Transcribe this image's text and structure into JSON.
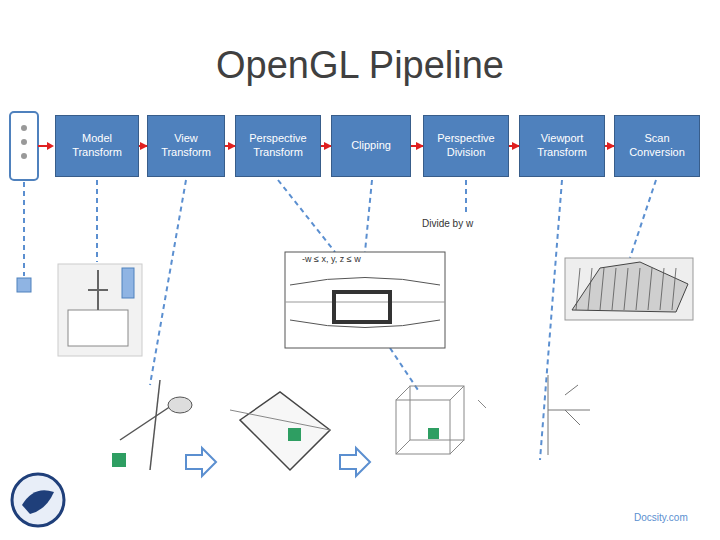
{
  "diagram": {
    "title": "OpenGL Pipeline",
    "nodes": [
      {
        "text": [
          "Model Transform"
        ]
      },
      {
        "text": [
          "View Transform"
        ]
      },
      {
        "text": [
          "Perspective Transform"
        ]
      },
      {
        "text": [
          "Clipping"
        ]
      },
      {
        "text": [
          "Perspective Division"
        ]
      },
      {
        "text": [
          "Viewport Transform"
        ]
      },
      {
        "text": [
          "Scan Conversion"
        ]
      }
    ],
    "edges": [
      {
        "from": 0,
        "to": 1,
        "arrow": "to"
      },
      {
        "from": 1,
        "to": 2,
        "arrow": "to"
      },
      {
        "from": 2,
        "to": 3,
        "arrow": "to"
      },
      {
        "from": 3,
        "to": 4,
        "arrow": "to"
      },
      {
        "from": 4,
        "to": 5,
        "arrow": "to"
      },
      {
        "from": 5,
        "to": 6,
        "arrow": "to"
      }
    ],
    "labels": [
      "Divide by w",
      "-w ≤ x, y, z ≤ w",
      "Docsity.com"
    ]
  }
}
